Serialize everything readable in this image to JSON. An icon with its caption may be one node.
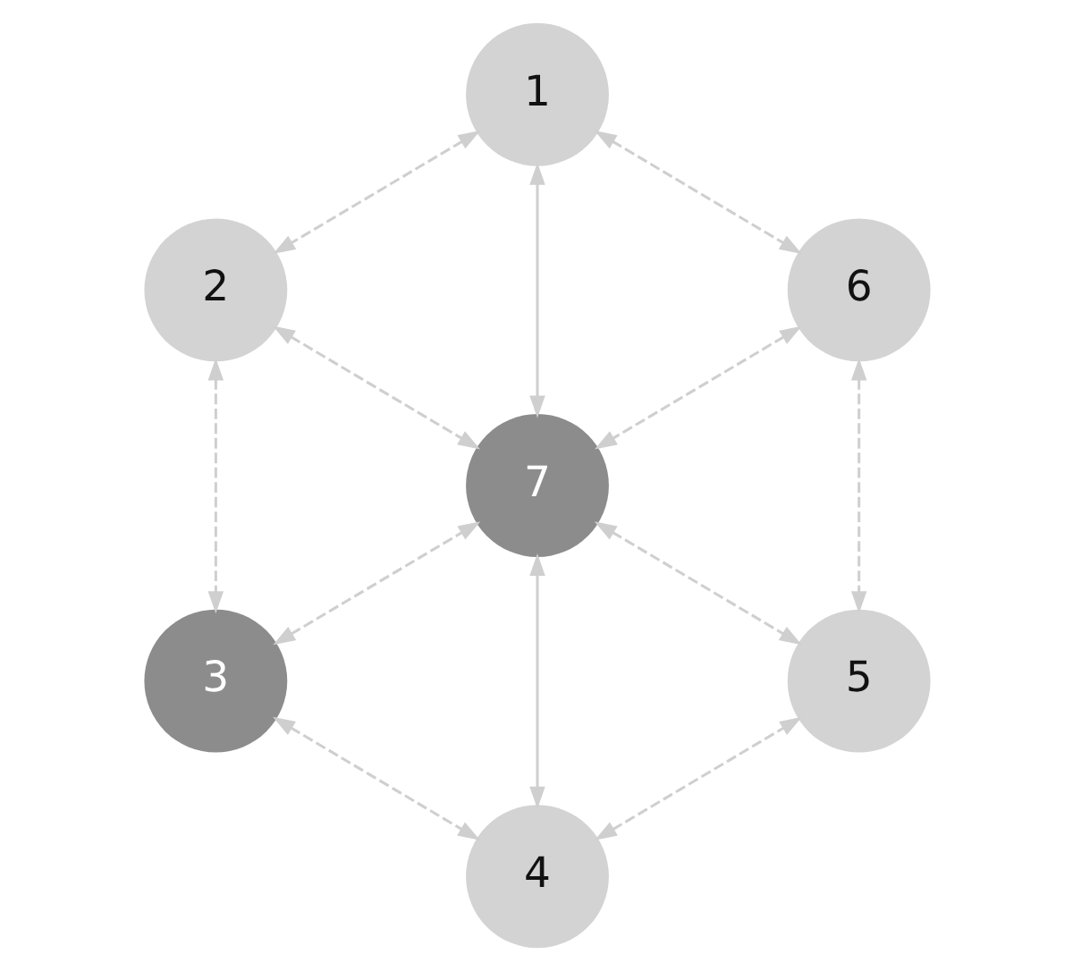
{
  "diagram": {
    "nodes": [
      {
        "text": [
          "1"
        ]
      },
      {
        "text": [
          "2"
        ]
      },
      {
        "text": [
          "6"
        ]
      },
      {
        "text": [
          "7"
        ]
      },
      {
        "text": [
          "3"
        ]
      },
      {
        "text": [
          "5"
        ]
      },
      {
        "text": [
          "4"
        ]
      }
    ],
    "edges": [
      {
        "from": 0,
        "to": 1,
        "arrow": "both",
        "style": "dashed"
      },
      {
        "from": 0,
        "to": 2,
        "arrow": "both",
        "style": "dashed"
      },
      {
        "from": 0,
        "to": 3,
        "arrow": "both"
      },
      {
        "from": 1,
        "to": 3,
        "arrow": "both",
        "style": "dashed"
      },
      {
        "from": 2,
        "to": 3,
        "arrow": "both",
        "style": "dashed"
      },
      {
        "from": 1,
        "to": 4,
        "arrow": "both",
        "style": "dashed"
      },
      {
        "from": 2,
        "to": 5,
        "arrow": "both",
        "style": "dashed"
      },
      {
        "from": 4,
        "to": 3,
        "arrow": "both",
        "style": "dashed"
      },
      {
        "from": 3,
        "to": 5,
        "arrow": "both",
        "style": "dashed"
      },
      {
        "from": 3,
        "to": 6,
        "arrow": "both"
      },
      {
        "from": 4,
        "to": 6,
        "arrow": "both",
        "style": "dashed"
      },
      {
        "from": 6,
        "to": 5,
        "arrow": "both",
        "style": "dashed"
      }
    ]
  }
}
